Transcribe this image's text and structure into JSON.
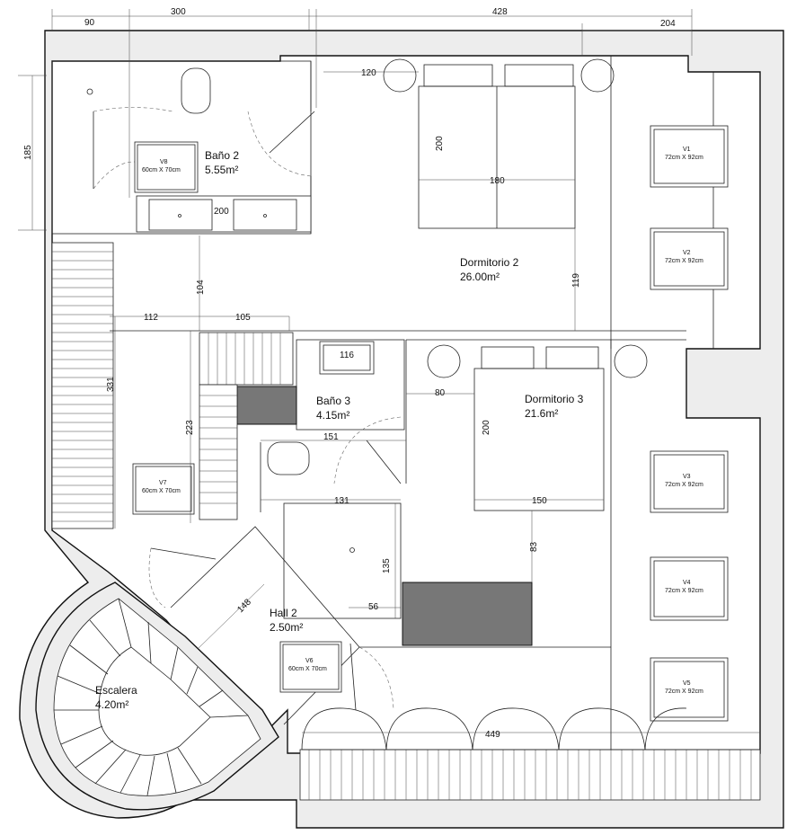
{
  "rooms": {
    "bano2": {
      "name": "Baño 2",
      "area": "5.55m²"
    },
    "dormitorio2": {
      "name": "Dormitorio 2",
      "area": "26.00m²"
    },
    "bano3": {
      "name": "Baño 3",
      "area": "4.15m²"
    },
    "dormitorio3": {
      "name": "Dormitorio 3",
      "area": "21.6m²"
    },
    "hall2": {
      "name": "Hall 2",
      "area": "2.50m²"
    },
    "escalera": {
      "name": "Escalera",
      "area": "4.20m²"
    }
  },
  "windows": {
    "v1": {
      "label": "V1",
      "size": "72cm X 92cm"
    },
    "v2": {
      "label": "V2",
      "size": "72cm X 92cm"
    },
    "v3": {
      "label": "V3",
      "size": "72cm X 92cm"
    },
    "v4": {
      "label": "V4",
      "size": "72cm X 92cm"
    },
    "v5": {
      "label": "V5",
      "size": "72cm X 92cm"
    },
    "v6": {
      "label": "V6",
      "size": "60cm X 70cm"
    },
    "v7": {
      "label": "V7",
      "size": "60cm X 70cm"
    },
    "v8": {
      "label": "V8",
      "size": "60cm X 70cm"
    }
  },
  "dimensions": {
    "top_90": "90",
    "top_300": "300",
    "top_428": "428",
    "top_204": "204",
    "left_185": "185",
    "d_120": "120",
    "d_200_bed2": "200",
    "d_180": "180",
    "d_200_vanity": "200",
    "d_104": "104",
    "d_119": "119",
    "d_112": "112",
    "d_105": "105",
    "d_331": "331",
    "d_116": "116",
    "d_80": "80",
    "d_200_bed3": "200",
    "d_223": "223",
    "d_151": "151",
    "d_131": "131",
    "d_150": "150",
    "d_135": "135",
    "d_83": "83",
    "d_148": "148",
    "d_56": "56",
    "d_449": "449"
  }
}
